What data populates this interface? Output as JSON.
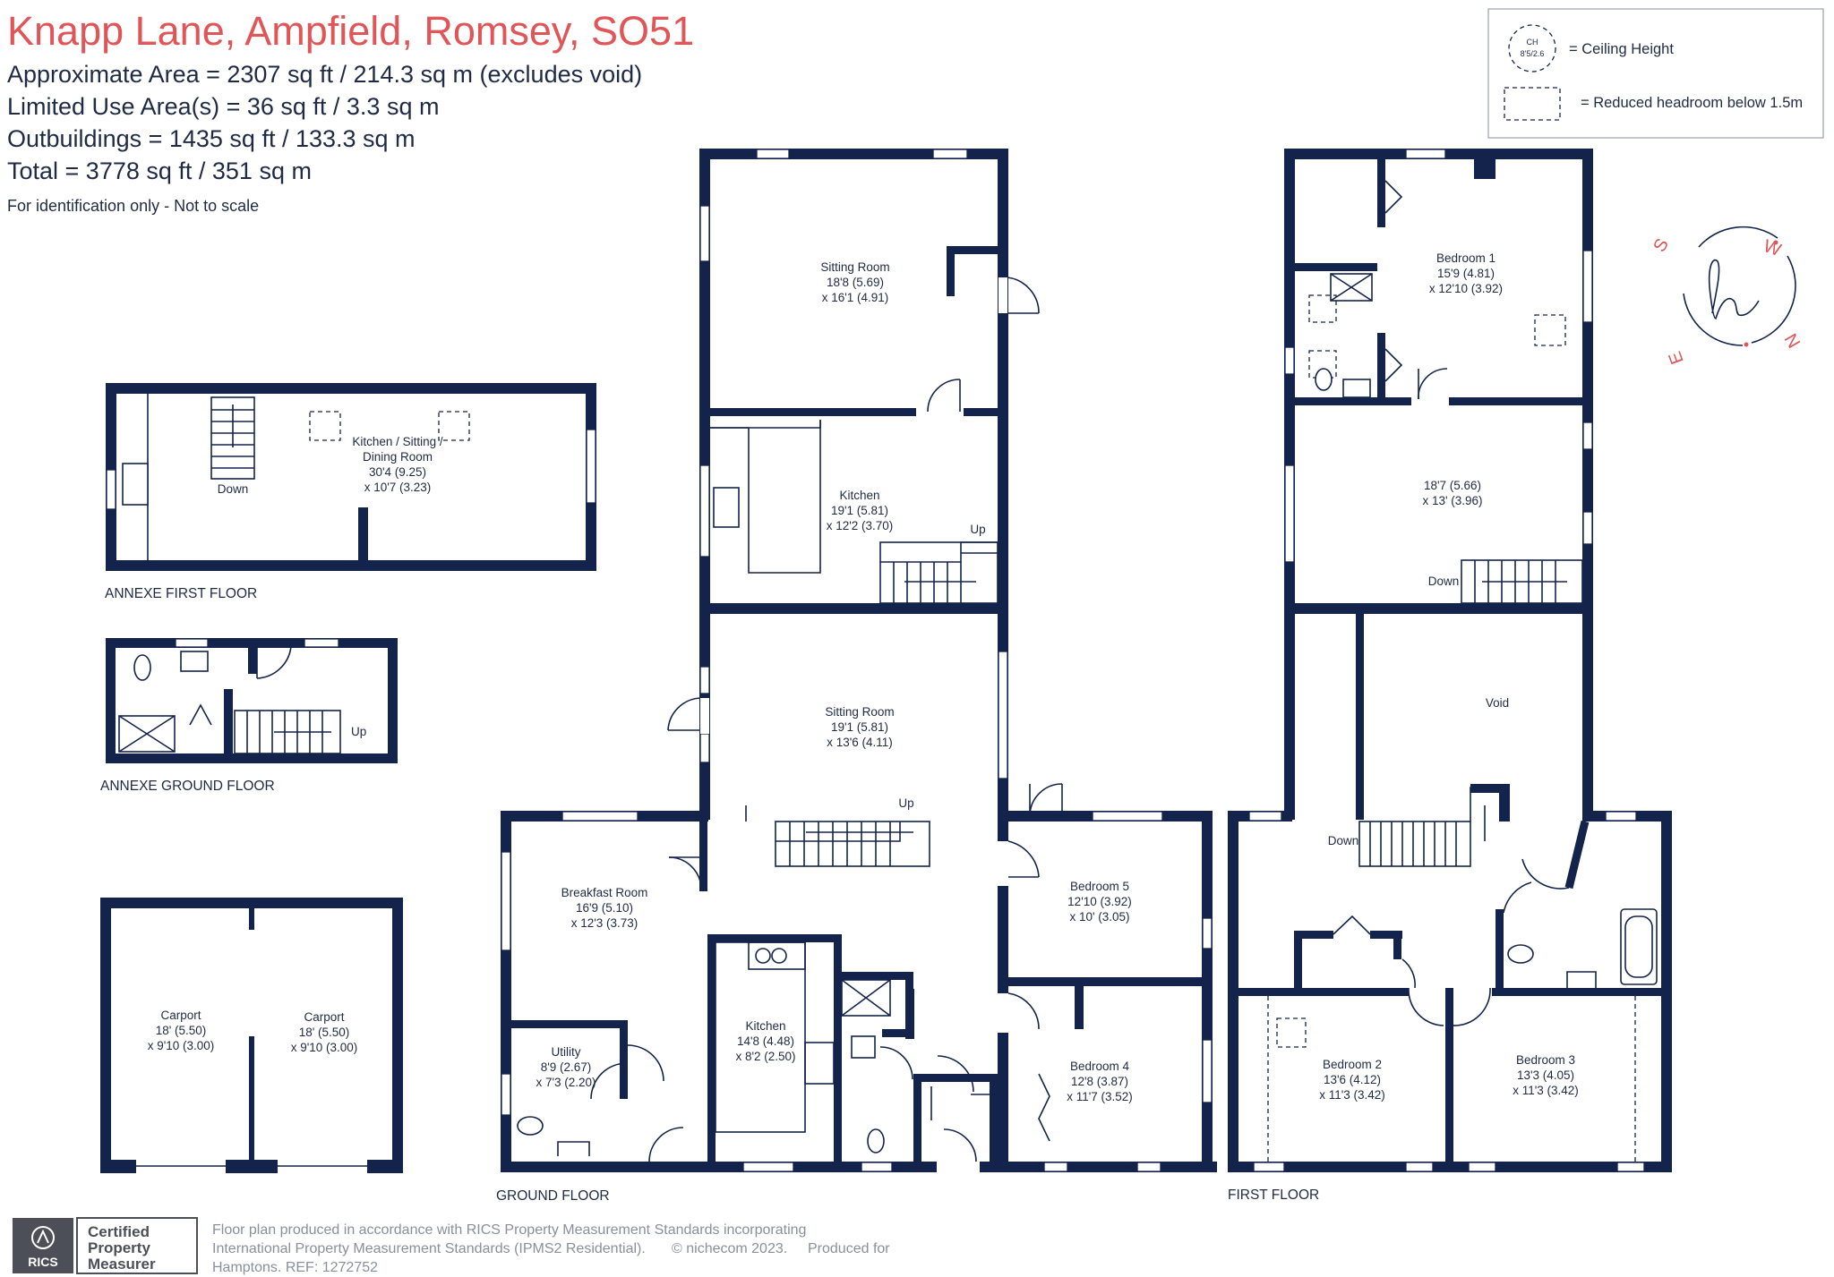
{
  "header": {
    "title": "Knapp Lane, Ampfield, Romsey, SO51",
    "area_lines": [
      "Approximate Area = 2307 sq ft / 214.3 sq m (excludes void)",
      "Limited Use Area(s) = 36 sq ft / 3.3 sq m",
      "Outbuildings = 1435 sq ft / 133.3 sq m",
      "Total = 3778 sq ft / 351 sq m"
    ],
    "note": "For identification only - Not to scale"
  },
  "legend": {
    "ch_symbol_line1": "CH",
    "ch_symbol_line2": "8'5/2.6",
    "ceiling_height": "= Ceiling Height",
    "reduced_headroom": "= Reduced headroom below 1.5m"
  },
  "compass": {
    "s": "S",
    "w": "W",
    "n": "N",
    "e": "E"
  },
  "floors": {
    "annexe_first": "ANNEXE FIRST FLOOR",
    "annexe_ground": "ANNEXE GROUND FLOOR",
    "ground": "GROUND FLOOR",
    "first": "FIRST FLOOR"
  },
  "rooms": {
    "annexe_kitchen": {
      "l1": "Kitchen / Sitting /",
      "l2": "Dining Room",
      "l3": "30'4 (9.25)",
      "l4": "x 10'7 (3.23)"
    },
    "annexe_down": "Down",
    "annexe_up": "Up",
    "carport_left": {
      "l1": "Carport",
      "l2": "18' (5.50)",
      "l3": "x 9'10 (3.00)"
    },
    "carport_right": {
      "l1": "Carport",
      "l2": "18' (5.50)",
      "l3": "x 9'10 (3.00)"
    },
    "sitting_room_1": {
      "l1": "Sitting Room",
      "l2": "18'8 (5.69)",
      "l3": "x 16'1 (4.91)"
    },
    "kitchen_1": {
      "l1": "Kitchen",
      "l2": "19'1 (5.81)",
      "l3": "x 12'2 (3.70)"
    },
    "kitchen_1_up": "Up",
    "sitting_room_2": {
      "l1": "Sitting Room",
      "l2": "19'1 (5.81)",
      "l3": "x 13'6 (4.11)"
    },
    "ground_up": "Up",
    "breakfast_room": {
      "l1": "Breakfast Room",
      "l2": "16'9 (5.10)",
      "l3": "x 12'3 (3.73)"
    },
    "kitchen_2": {
      "l1": "Kitchen",
      "l2": "14'8 (4.48)",
      "l3": "x 8'2 (2.50)"
    },
    "utility": {
      "l1": "Utility",
      "l2": "8'9 (2.67)",
      "l3": "x 7'3 (2.20)"
    },
    "bedroom_5": {
      "l1": "Bedroom 5",
      "l2": "12'10 (3.92)",
      "l3": "x 10' (3.05)"
    },
    "bedroom_4": {
      "l1": "Bedroom 4",
      "l2": "12'8 (3.87)",
      "l3": "x 11'7 (3.52)"
    },
    "bedroom_1": {
      "l1": "Bedroom 1",
      "l2": "15'9 (4.81)",
      "l3": "x 12'10 (3.92)"
    },
    "first_room": {
      "l1": "18'7 (5.66)",
      "l2": "x 13' (3.96)"
    },
    "first_room_down": "Down",
    "void": "Void",
    "landing_down": "Down",
    "bedroom_2": {
      "l1": "Bedroom 2",
      "l2": "13'6 (4.12)",
      "l3": "x 11'3 (3.42)"
    },
    "bedroom_3": {
      "l1": "Bedroom 3",
      "l2": "13'3 (4.05)",
      "l3": "x 11'3 (3.42)"
    }
  },
  "footer": {
    "badge_org": "RICS",
    "badge_l1": "Certified",
    "badge_l2": "Property",
    "badge_l3": "Measurer",
    "text_l1": "Floor plan produced in accordance with RICS Property Measurement Standards incorporating",
    "text_l2a": "International Property Measurement Standards (IPMS2 Residential).",
    "copyright": "© nichecom 2023.",
    "produced": "Produced for",
    "text_l3": "Hamptons.  REF:  1272752"
  },
  "colors": {
    "wall": "#13234b",
    "title": "#e05558",
    "text": "#1f2a44",
    "footer_text": "#8a8f9c"
  }
}
